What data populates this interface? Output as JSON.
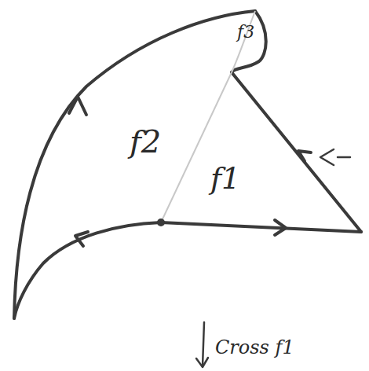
{
  "diagram": {
    "labels": [
      "f2",
      "f1",
      "f3",
      "Cross f1"
    ]
  }
}
